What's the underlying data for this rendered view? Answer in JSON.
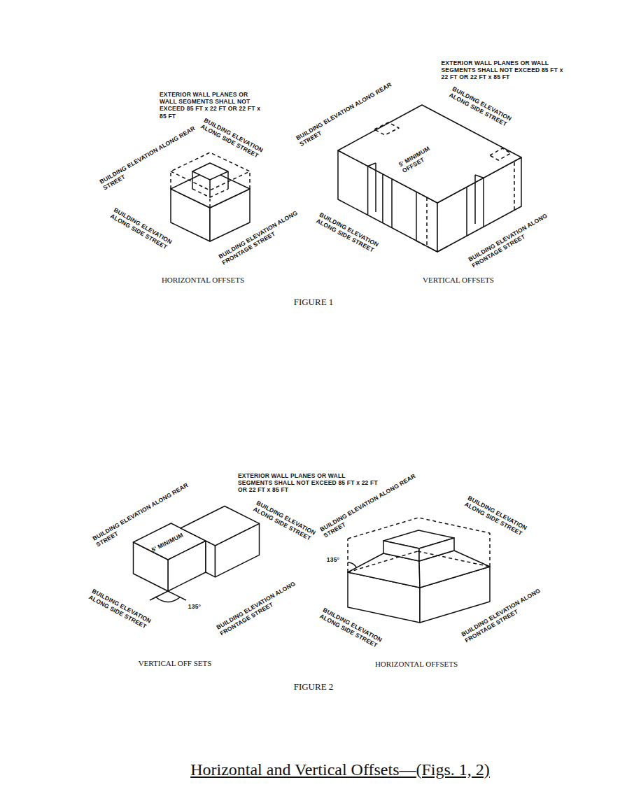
{
  "diagram": {
    "title": "Horizontal and Vertical Offsets—(Figs. 1, 2)",
    "labels": [
      "EXTERIOR WALL PLANES OR WALL SEGMENTS SHALL NOT EXCEED 85 FT x 22 FT OR 22 FT x 85 FT",
      "BUILDING ELEVATION ALONG REAR STREET",
      "BUILDING ELEVATION ALONG SIDE STREET",
      "BUILDING ELEVATION ALONG SIDE STREET",
      "BUILDING ELEVATION ALONG FRONTAGE STREET",
      "HORIZONTAL OFFSETS",
      "EXTERIOR WALL PLANES OR WALL SEGMENTS SHALL NOT EXCEED 85 FT x 22 FT OR 22 FT x 85 FT",
      "BUILDING ELEVATION ALONG REAR STREET",
      "BUILDING ELEVATION ALONG SIDE STREET",
      "5' MINIMUM OFFSET",
      "BUILDING ELEVATION ALONG SIDE STREET",
      "BUILDING ELEVATION ALONG FRONTAGE STREET",
      "VERTICAL OFFSETS",
      "FIGURE 1",
      "EXTERIOR WALL PLANES OR WALL SEGMENTS SHALL NOT EXCEED 85 FT x 22 FT OR 22 FT x 85 FT",
      "BUILDING ELEVATION ALONG REAR STREET",
      "BUILDING ELEVATION ALONG SIDE STREET",
      "5' MINIMUM",
      "135°",
      "BUILDING ELEVATION ALONG SIDE STREET",
      "BUILDING ELEVATION ALONG FRONTAGE STREET",
      "VERTICAL OFF SETS",
      "BUILDING ELEVATION ALONG REAR STREET",
      "BUILDING ELEVATION ALONG SIDE STREET",
      "135°",
      "BUILDING ELEVATION ALONG SIDE STREET",
      "BUILDING ELEVATION ALONG FRONTAGE STREET",
      "HORIZONTAL OFFSETS",
      "FIGURE 2"
    ]
  }
}
